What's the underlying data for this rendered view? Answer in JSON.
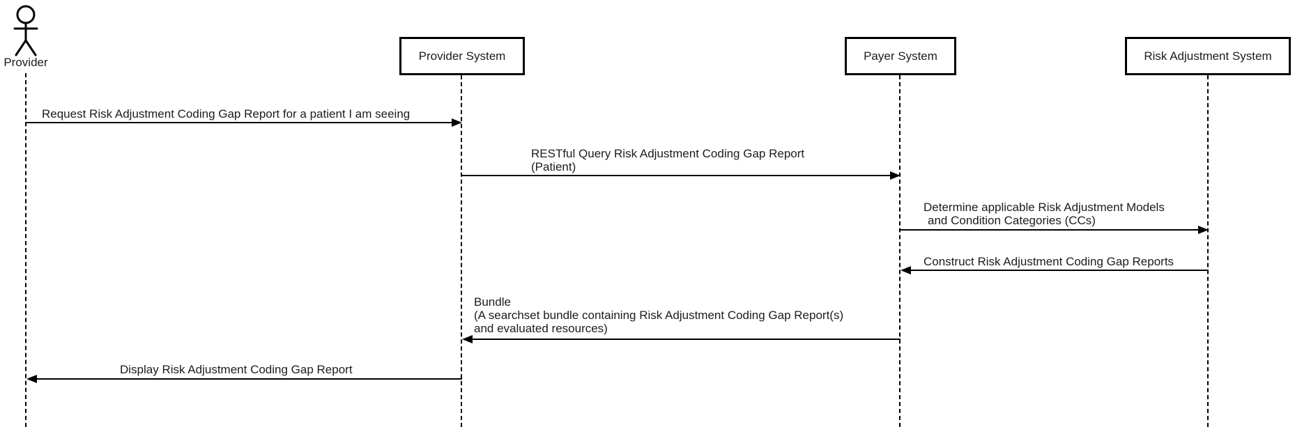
{
  "diagram_type": "uml-sequence",
  "actor": {
    "label": "Provider"
  },
  "participants": [
    {
      "label": "Provider System"
    },
    {
      "label": "Payer System"
    },
    {
      "label": "Risk Adjustment System"
    }
  ],
  "messages": [
    {
      "from": "Provider",
      "to": "Provider System",
      "direction": "right",
      "lines": [
        "Request Risk Adjustment Coding Gap Report for a patient I am seeing"
      ]
    },
    {
      "from": "Provider System",
      "to": "Payer System",
      "direction": "right",
      "lines": [
        "RESTful Query Risk Adjustment Coding Gap Report",
        "(Patient)"
      ]
    },
    {
      "from": "Payer System",
      "to": "Risk Adjustment System",
      "direction": "right",
      "lines": [
        "Determine applicable Risk Adjustment Models",
        "and Condition Categories (CCs)"
      ]
    },
    {
      "from": "Risk Adjustment System",
      "to": "Payer System",
      "direction": "left",
      "lines": [
        "Construct Risk Adjustment Coding Gap Reports"
      ]
    },
    {
      "from": "Payer System",
      "to": "Provider System",
      "direction": "left",
      "lines": [
        "Bundle",
        "(A searchset bundle containing Risk Adjustment Coding Gap Report(s)",
        "and evaluated resources)"
      ]
    },
    {
      "from": "Provider System",
      "to": "Provider",
      "direction": "left",
      "lines": [
        "Display Risk Adjustment Coding Gap Report"
      ]
    }
  ],
  "colors": {
    "line": "#000000",
    "text": "#1c1c1c",
    "background": "#ffffff"
  }
}
